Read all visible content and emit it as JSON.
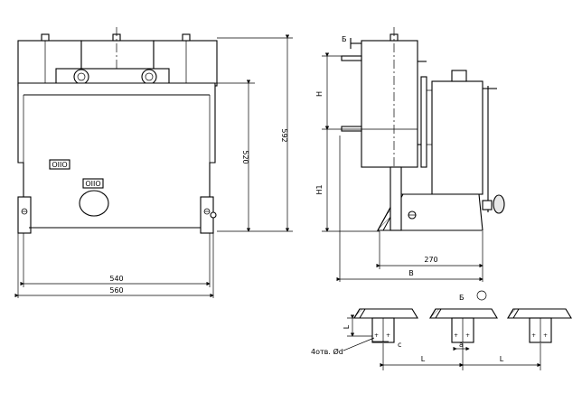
{
  "front_view": {
    "dim_width_inner": "540",
    "dim_width_outer": "560",
    "dim_height_body": "520",
    "dim_height_total": "592",
    "nameplate_1": "OIIO",
    "nameplate_2": "OIIO"
  },
  "side_view": {
    "section_mark": "Б",
    "height_label_h": "H",
    "height_label_h1": "H1",
    "dim_depth": "270",
    "dim_overall": "B"
  },
  "detail_view": {
    "title": "Б",
    "label_l_vertical": "L",
    "label_slot": "4отв. Ød",
    "label_c": "c",
    "label_a": "a",
    "label_spacing_1": "L",
    "label_spacing_2": "L"
  }
}
